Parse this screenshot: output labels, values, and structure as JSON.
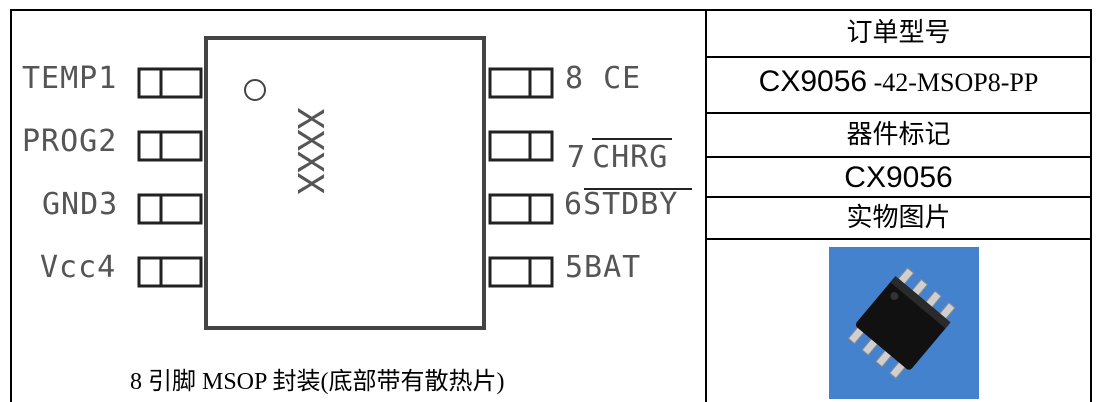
{
  "left_panel": {
    "pins_left": [
      {
        "label": "TEMP1"
      },
      {
        "label": "PROG2"
      },
      {
        "label": "GND3"
      },
      {
        "label": "Vcc4"
      }
    ],
    "pins_right": [
      {
        "label": "8 CE"
      },
      {
        "label": "7",
        "overlined": "CHRG"
      },
      {
        "label": "6",
        "overlined": "STDBY"
      },
      {
        "label": "5BAT"
      }
    ],
    "chip_marking": "XXXX",
    "caption": "8 引脚 MSOP 封装(底部带有散热片)"
  },
  "right_panel": {
    "order_header": "订单型号",
    "order_value_main": "CX9056",
    "order_value_suffix": " -42-MSOP8-PP",
    "marking_header": "器件标记",
    "marking_value": "CX9056",
    "photo_header": "实物图片"
  },
  "colors": {
    "line": "#000000",
    "pin_text": "#555555",
    "photo_bg": "#2f6fc0",
    "chip_body": "#111111"
  }
}
